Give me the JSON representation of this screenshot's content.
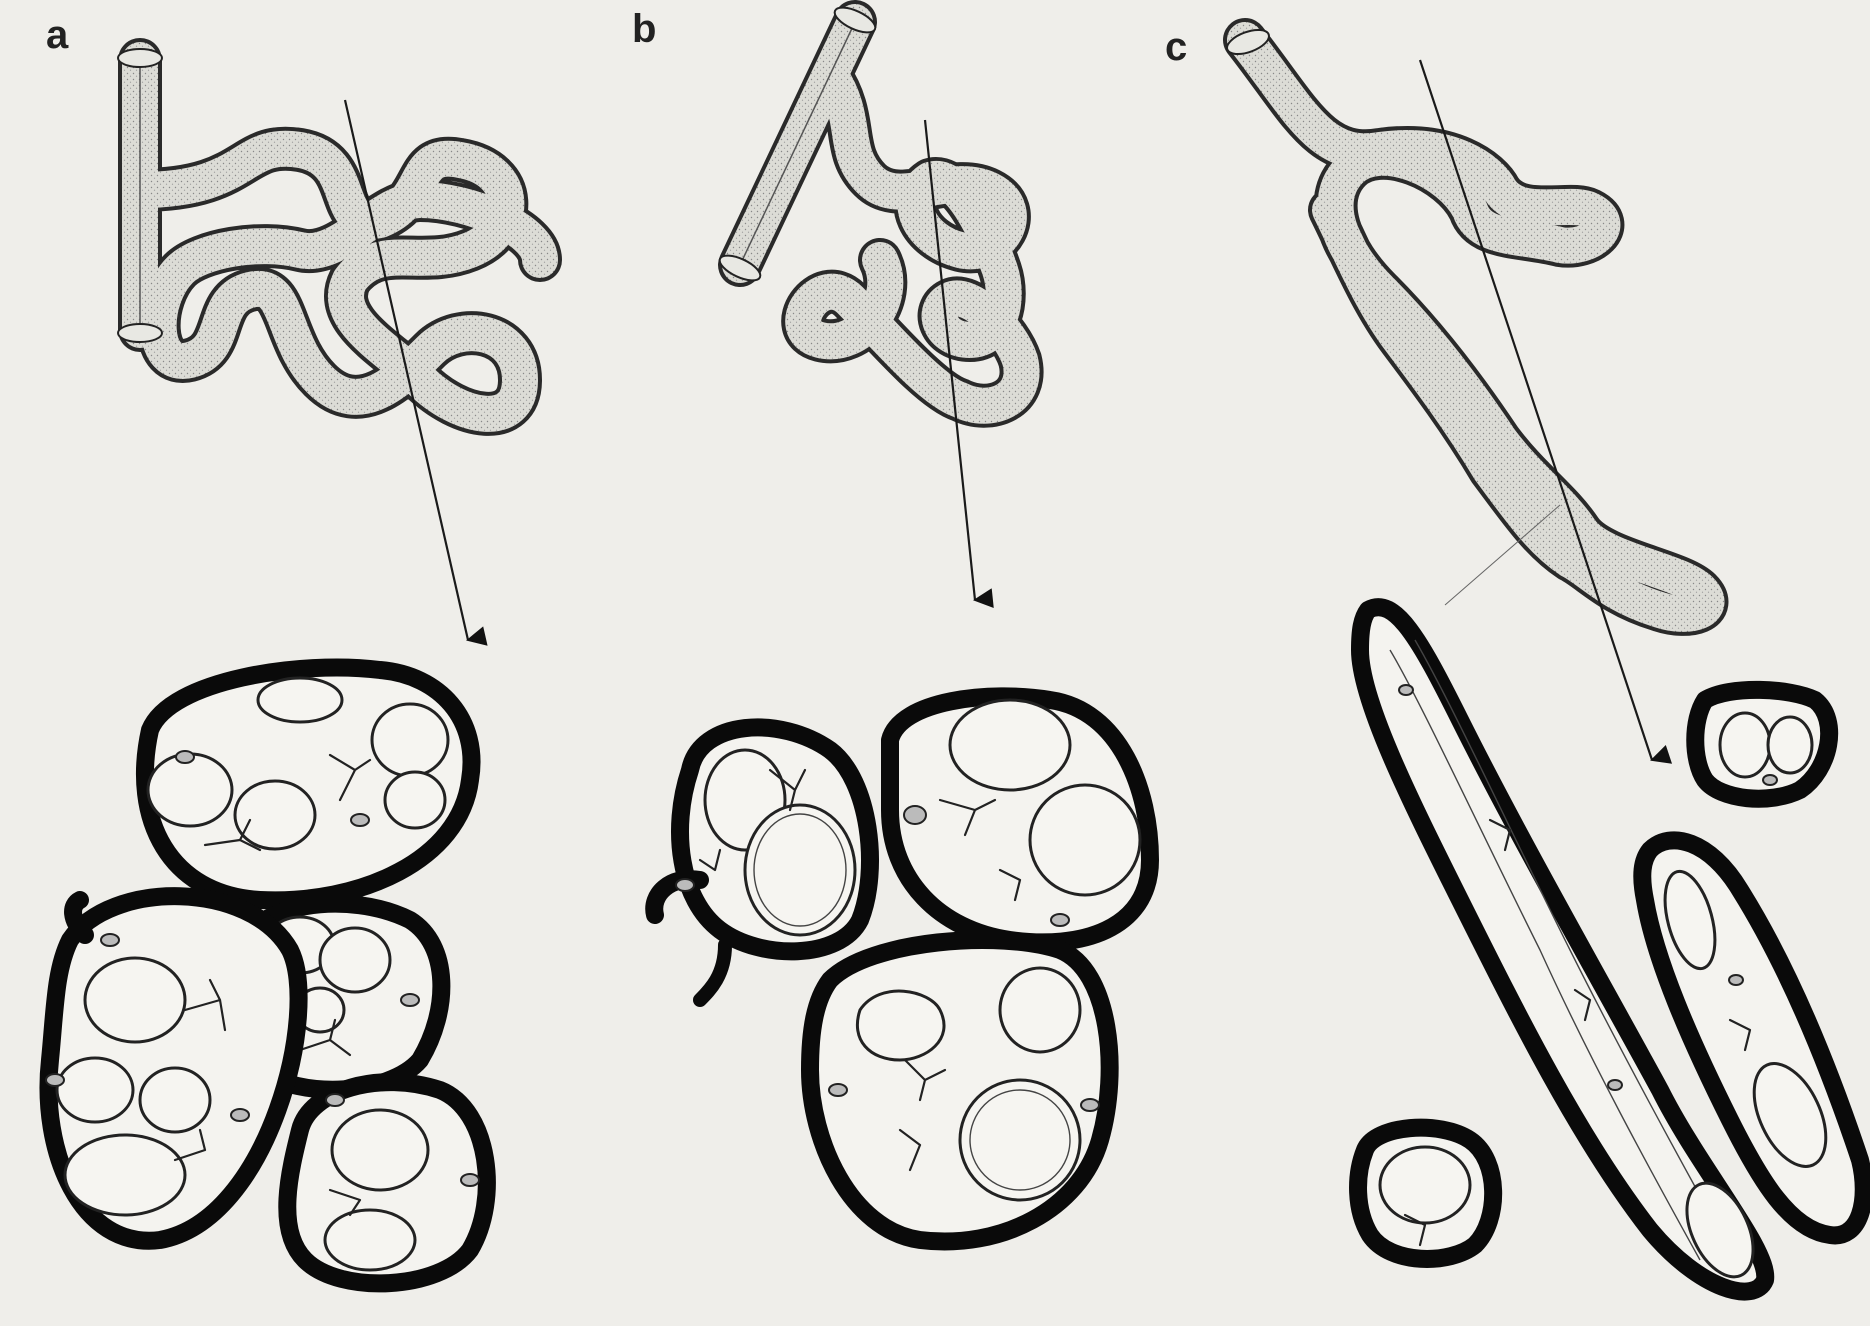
{
  "figure": {
    "panels": [
      {
        "id": "a",
        "label": "a"
      },
      {
        "id": "b",
        "label": "b"
      },
      {
        "id": "c",
        "label": "c"
      }
    ]
  },
  "colors": {
    "background": "#efeeea",
    "ink": "#0a0a0a",
    "tube_fill": "#d9d9d4"
  },
  "icons": {
    "section_arrow": "arrow-down-icon"
  }
}
